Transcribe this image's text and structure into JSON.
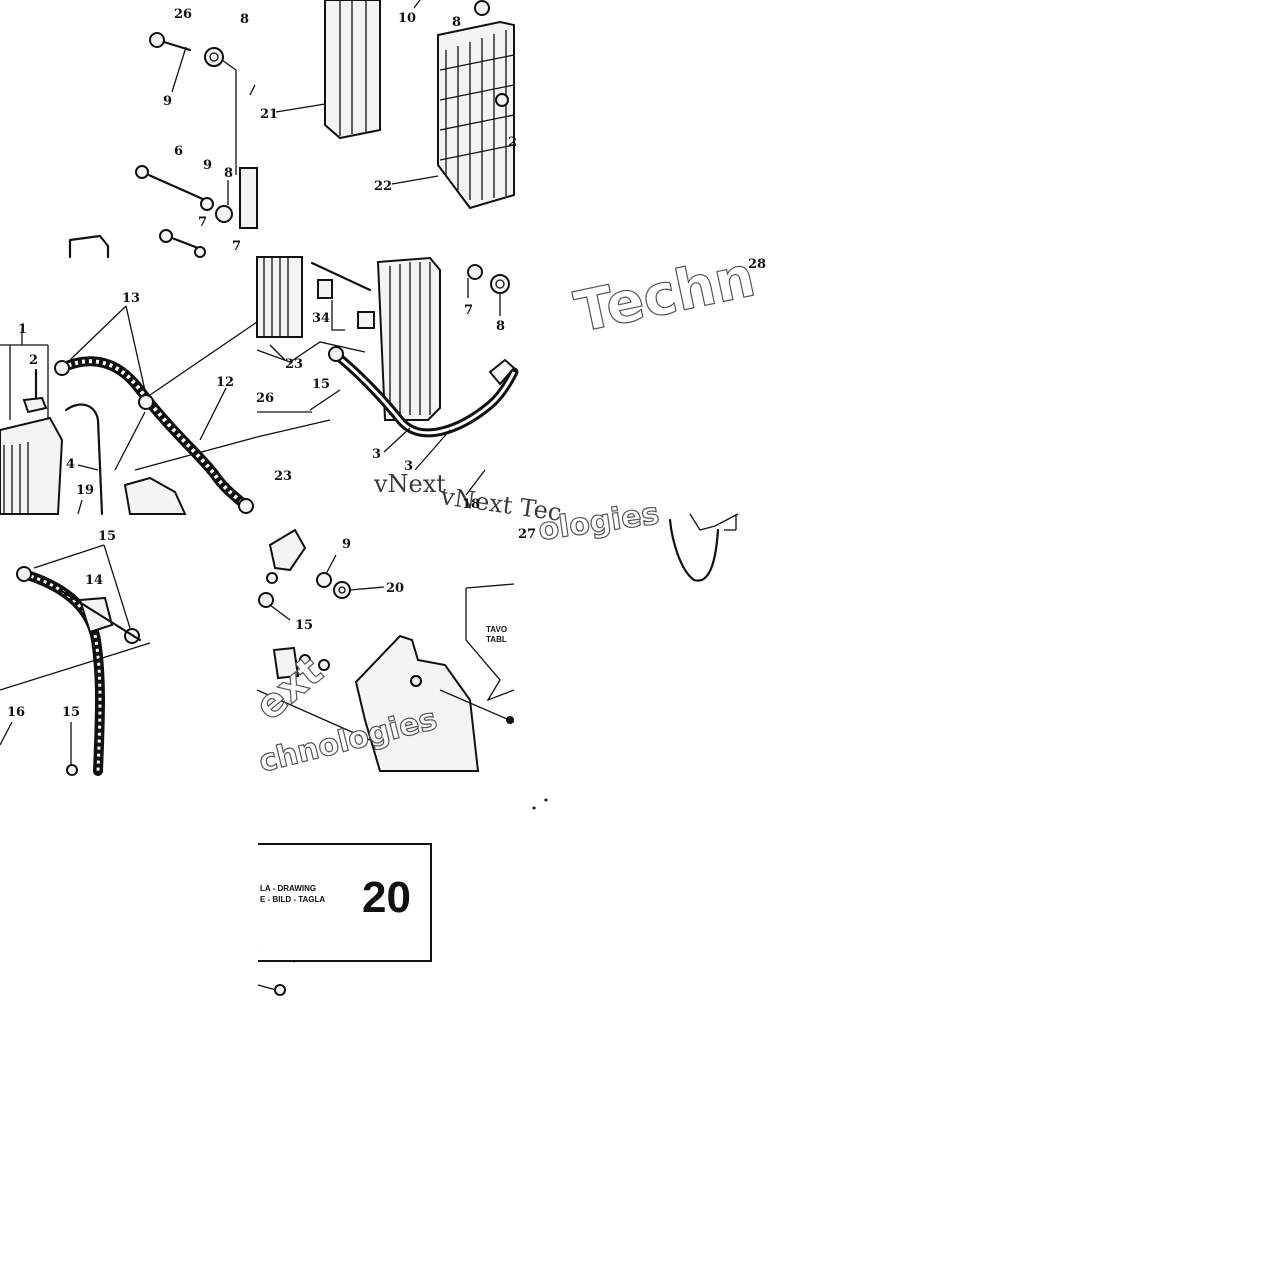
{
  "drawing": {
    "callouts": [
      "26",
      "8",
      "9",
      "6",
      "9",
      "8",
      "7",
      "7",
      "10",
      "8",
      "21",
      "22",
      "2",
      "28",
      "13",
      "1",
      "2",
      "12",
      "4",
      "19",
      "23",
      "23",
      "26",
      "34",
      "15",
      "7",
      "8",
      "3",
      "3",
      "18",
      "15",
      "14",
      "15",
      "16",
      "9",
      "20",
      "15",
      "27"
    ],
    "watermarks": [
      "Techn",
      "vNext Tec",
      "ologies",
      "ext",
      "chnologies"
    ],
    "watermark_serif": "vNext",
    "table_ref_lines": "TAVO\nTABL"
  },
  "title_block": {
    "label": "LA - DRAWING\nE - BILD - TAGLA",
    "number": "20"
  },
  "colors": {
    "ink": "#111111",
    "paper": "#ffffff",
    "watermark_outline": "#555555"
  }
}
